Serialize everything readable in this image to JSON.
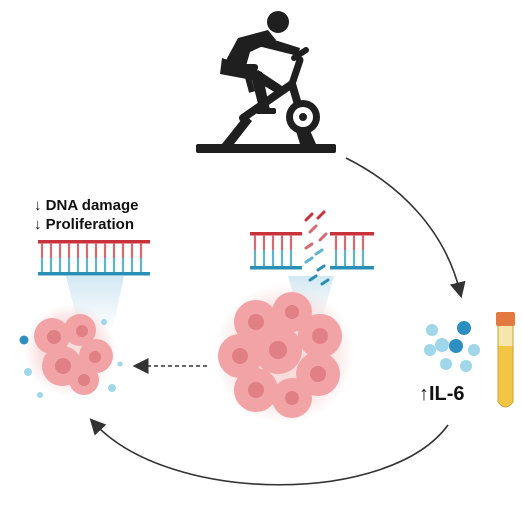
{
  "colors": {
    "icon_dark": "#1f1f1f",
    "arrow": "#333333",
    "dna_red": "#c8323a",
    "dna_blue": "#2a8fb5",
    "dna_rung_red": "#d66a70",
    "dna_rung_blue": "#5fb3cf",
    "cell_fill": "#f2a3a5",
    "cell_nucleus": "#e07f84",
    "cell_halo": "#f8d3d4",
    "cytokine": "#9fd6ea",
    "cytokine_dark": "#2e8ec2",
    "tube_body": "#f2c644",
    "tube_cap": "#e27a3f"
  },
  "icons": {
    "exercise": "stationary-bike-cyclist-icon",
    "tube": "blood-sample-tube-icon"
  },
  "left_panel": {
    "line1": "↓ DNA damage",
    "line2": "↓ Proliferation"
  },
  "right_panel": {
    "label": "↑IL-6"
  }
}
